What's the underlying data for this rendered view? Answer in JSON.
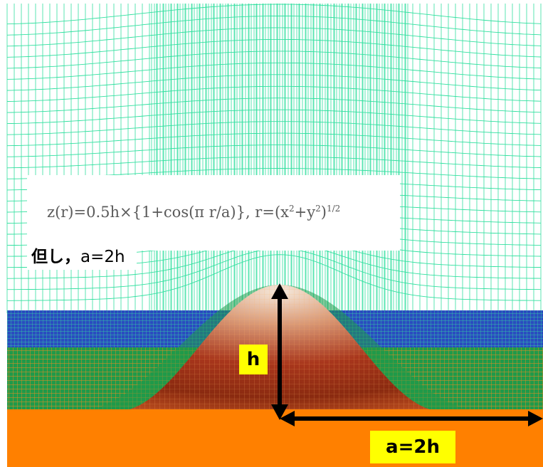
{
  "formula": {
    "main": "z(r)=0.5h×{1+cos(π r/a)}, r=(x",
    "sup1": "2",
    "mid": "+y",
    "sup2": "2",
    "close": ")",
    "sup3": "1/2"
  },
  "note": {
    "prefix": "但し，",
    "condition": "a=2h"
  },
  "labels": {
    "height": "h",
    "width": "a=2h"
  },
  "colors": {
    "mesh_line": "#33e0a0",
    "ground": "#ff8000",
    "blue_band": "#1b3fa0",
    "hill_top": "#f3e4d4",
    "hill_mid": "#b64020",
    "label_bg": "#ffff00",
    "arrow": "#000000"
  }
}
